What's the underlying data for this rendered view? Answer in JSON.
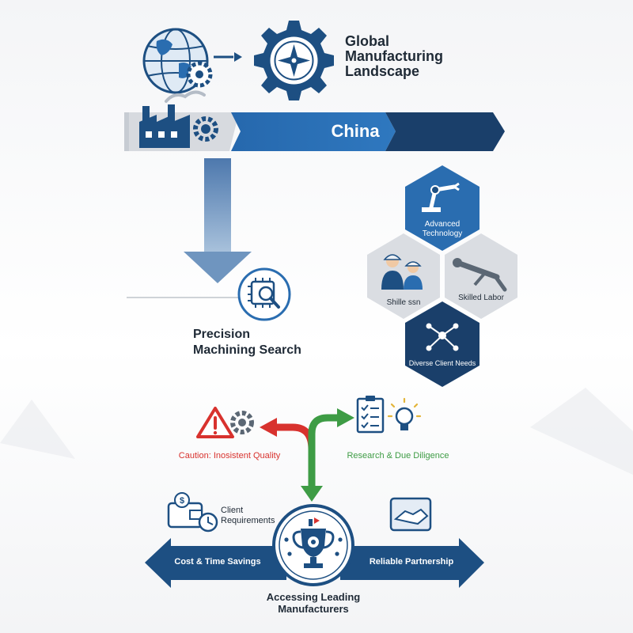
{
  "header": {
    "title_line1": "Global",
    "title_line2": "Manufacturing",
    "title_line3": "Landscape"
  },
  "banner": {
    "label": "China"
  },
  "search": {
    "label_line1": "Precision",
    "label_line2": "Machining Search"
  },
  "hexes": [
    {
      "label_line1": "Advanced",
      "label_line2": "Technology"
    },
    {
      "label": "Shille ssn"
    },
    {
      "label": "Skilled Labor"
    },
    {
      "label": "Diverse Client Needs"
    }
  ],
  "branch": {
    "caution": "Caution: Inosistent Quality",
    "research": "Research & Due Diligence"
  },
  "client": {
    "label_line1": "Client",
    "label_line2": "Requirements"
  },
  "bottom": {
    "left": "Cost & Time Savings",
    "right": "Reliable Partnership",
    "center_line1": "Accessing Leading",
    "center_line2": "Manufacturers"
  },
  "colors": {
    "navy": "#1d4f82",
    "blue": "#2a6db0",
    "red": "#d8322e",
    "green": "#3e9c45"
  }
}
